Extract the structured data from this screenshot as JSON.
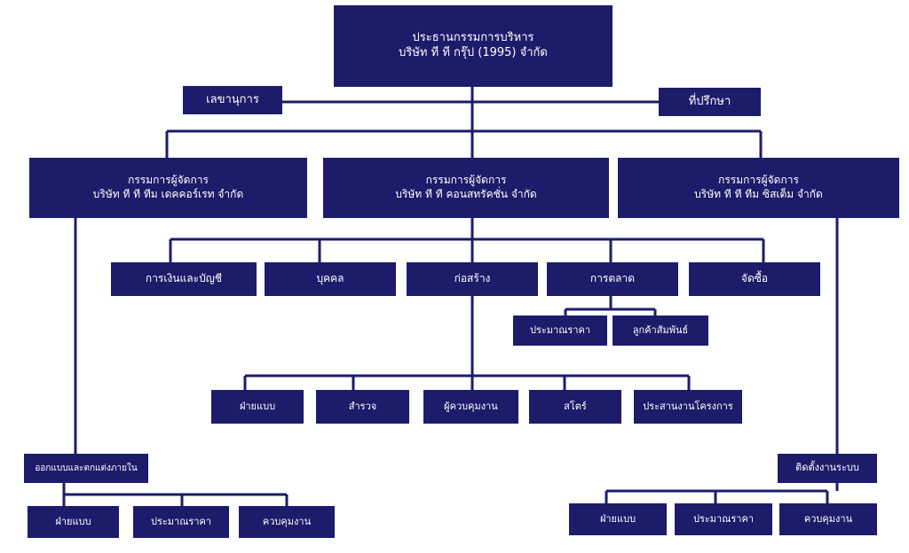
{
  "colors": {
    "box": "#1c1c6b",
    "line": "#1c1c6b",
    "text": "#ffffff"
  },
  "chairman": {
    "line1": "ประธานกรรมการบริหาร",
    "line2": "บริษัท ที ที กรุ๊ป (1995) จำกัด"
  },
  "secretary": "เลขานุการ",
  "advisor": "ที่ปรึกษา",
  "md": [
    {
      "line1": "กรรมการผู้จัดการ",
      "line2": "บริษัท ที ที ทีม เดคคอร์เรท จำกัด"
    },
    {
      "line1": "กรรมการผู้จัดการ",
      "line2": "บริษัท ที ที คอนสทรัคชั่น จำกัด"
    },
    {
      "line1": "กรรมการผู้จัดการ",
      "line2": "บริษัท ที ที ทีม ซิสเต็ม จำกัด"
    }
  ],
  "departments": [
    "การเงินและบัญชี",
    "บุคคล",
    "ก่อสร้าง",
    "การตลาด",
    "จัดซื้อ"
  ],
  "marketing_sub": [
    "ประมาณราคา",
    "ลูกค้าสัมพันธ์"
  ],
  "construction_sub": [
    "ฝ่ายแบบ",
    "สำรวจ",
    "ผู้ควบคุมงาน",
    "สโตร์",
    "ประสานงานโครงการ"
  ],
  "interior": {
    "title": "ออกแบบและตกแต่งภายใน",
    "sub": [
      "ฝ่ายแบบ",
      "ประมาณราคา",
      "ควบคุมงาน"
    ]
  },
  "system": {
    "title": "ติดตั้งงานระบบ",
    "sub": [
      "ฝ่ายแบบ",
      "ประมาณราคา",
      "ควบคุมงาน"
    ]
  }
}
